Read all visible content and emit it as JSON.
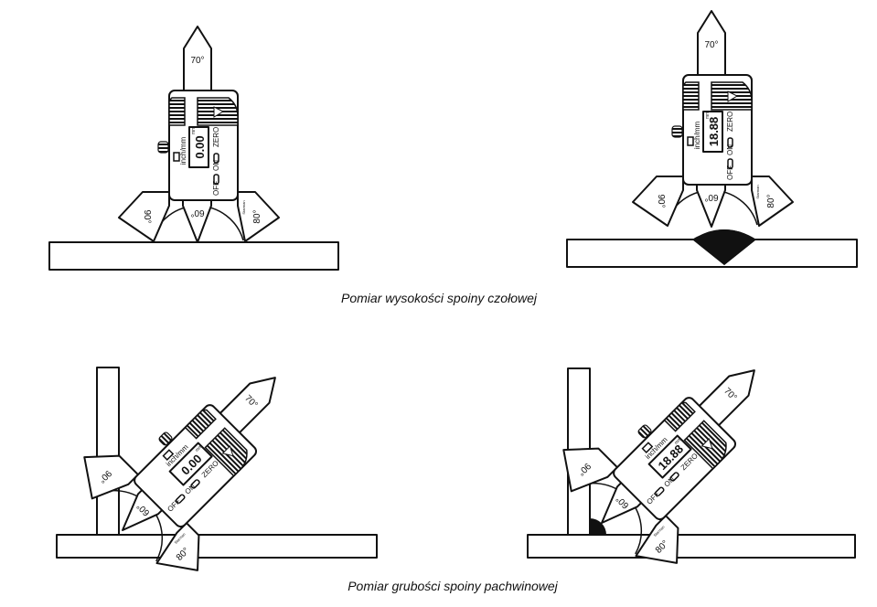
{
  "captions": {
    "butt_weld": "Pomiar wysokości spoiny czołowej",
    "fillet_weld": "Pomiar grubości spoiny pachwinowej"
  },
  "gauge_labels": {
    "angle_70": "70°",
    "angle_90": "90°",
    "angle_60": "60°",
    "angle_80": "80°",
    "unit_switch": "inch/mm",
    "unit": "mm",
    "off": "OFF",
    "on": "ON",
    "zero": "ZERO",
    "brand": "Starman"
  },
  "gauges": [
    {
      "display": "0.00"
    },
    {
      "display": "18.88"
    },
    {
      "display": "0.00"
    },
    {
      "display": "18.88"
    }
  ],
  "colors": {
    "line": "#111111",
    "weld": "#111111"
  }
}
